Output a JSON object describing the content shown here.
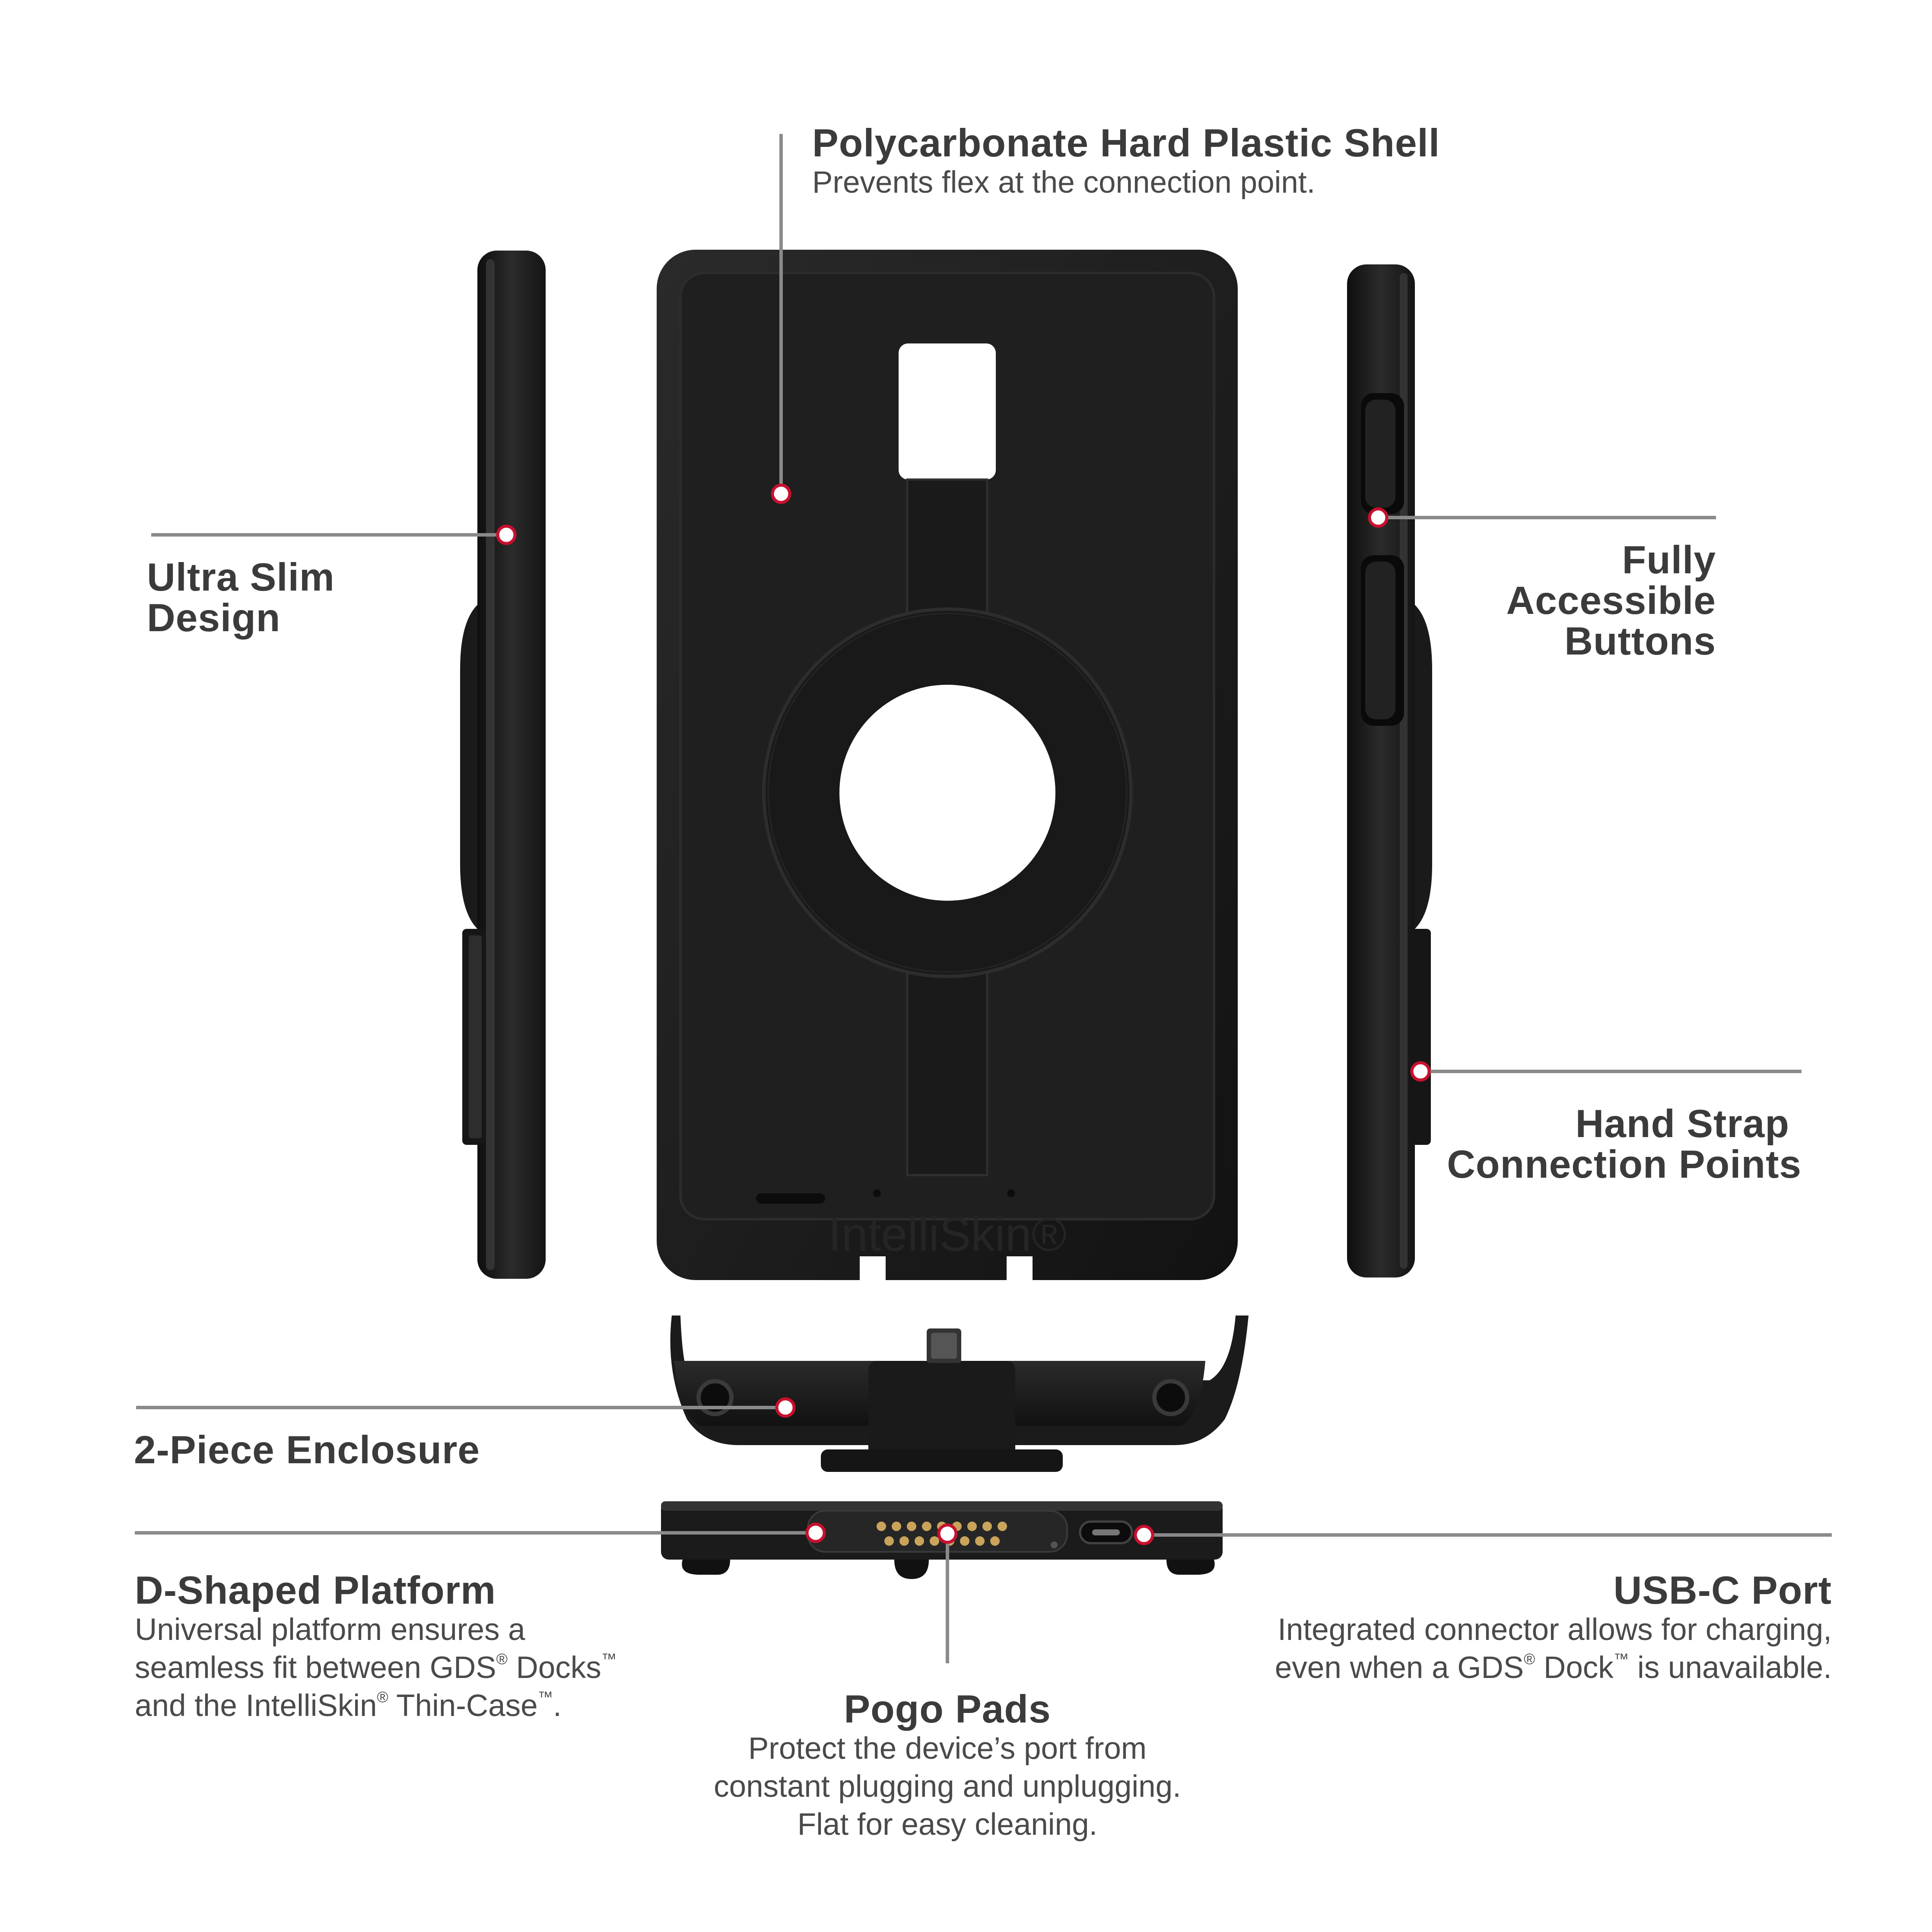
{
  "colors": {
    "background": "#ffffff",
    "product": "#1a1a1a",
    "leader_line": "#8a8a8a",
    "marker_ring": "#c8102e",
    "heading_text": "#3b3b3b",
    "body_text": "#4a4a4a"
  },
  "case_markings": {
    "brand": "IntelliSkin®"
  },
  "callouts": {
    "polycarbonate": {
      "title": "Polycarbonate Hard Plastic Shell",
      "desc": "Prevents flex at the connection point."
    },
    "ultra_slim": {
      "title_line1": "Ultra Slim",
      "title_line2": "Design"
    },
    "accessible_buttons": {
      "title_line1": "Fully",
      "title_line2": "Accessible",
      "title_line3": "Buttons"
    },
    "hand_strap": {
      "title_line1": "Hand Strap",
      "title_line2": "Connection Points"
    },
    "enclosure": {
      "title": "2-Piece Enclosure"
    },
    "d_platform": {
      "title": "D-Shaped Platform",
      "desc_line1": "Universal platform ensures a",
      "desc_line2_a": "seamless fit between GDS",
      "desc_line2_b": " Docks",
      "desc_line3_a": "and the IntelliSkin",
      "desc_line3_b": " Thin-Case",
      "desc_line3_c": "."
    },
    "usb_c": {
      "title": "USB-C Port",
      "desc_line1": "Integrated connector allows for charging,",
      "desc_line2_a": "even when a GDS",
      "desc_line2_b": " Dock",
      "desc_line2_c": " is unavailable."
    },
    "pogo": {
      "title": "Pogo Pads",
      "desc_line1": "Protect the device’s port from",
      "desc_line2": "constant plugging and unplugging.",
      "desc_line3": "Flat for easy cleaning."
    },
    "symbols": {
      "registered": "®",
      "trademark": "™"
    }
  }
}
